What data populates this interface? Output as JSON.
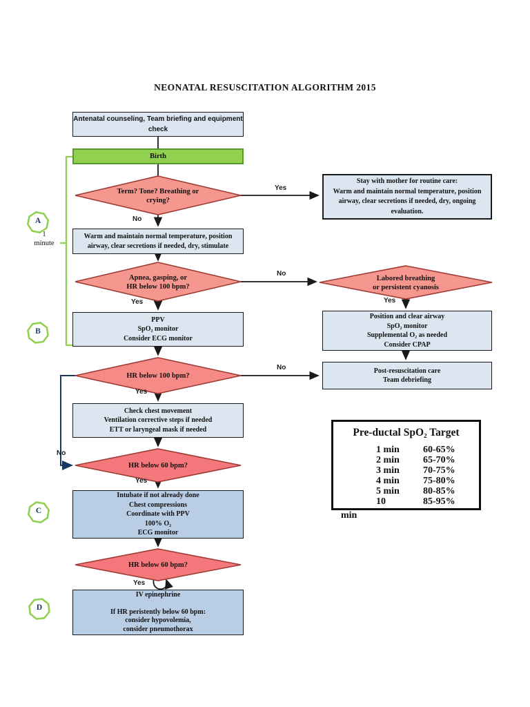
{
  "page": {
    "title": "NEONATAL RESUSCITATION ALGORITHM 2015"
  },
  "labels": {
    "yes": "Yes",
    "no": "No",
    "one_minute": [
      "1",
      "minute"
    ]
  },
  "markers": {
    "a": "A",
    "b": "B",
    "c": "C",
    "d": "D"
  },
  "colors": {
    "box_blue": "#DCE6F1",
    "box_blue_dark": "#B9CDE5",
    "birth_green": "#92D050",
    "diamond_pink": "#F5968F",
    "diamond_red": "#F4787B",
    "diamond_border": "#9E3B35",
    "marker_green": "#92D050",
    "connector_navy": "#17375E",
    "line_black": "#1a1a1a"
  },
  "nodes": {
    "antenatal": {
      "lines": [
        "Antenatal counseling, Team briefing and equipment",
        "check"
      ]
    },
    "birth": {
      "label": "Birth"
    },
    "term_diamond": {
      "lines": [
        "Term? Tone?  Breathing or",
        "crying?"
      ]
    },
    "stay_mother": {
      "lines": [
        "Stay with mother for routine care:",
        "Warm and maintain normal temperature, position",
        "airway, clear secretions if needed, dry, ongoing",
        "evaluation."
      ]
    },
    "warm": {
      "lines": [
        "Warm and maintain normal temperature, position",
        "airway, clear secretions if needed, dry, stimulate"
      ]
    },
    "apnea_diamond": {
      "lines": [
        "Apnea, gasping, or",
        "HR below 100 bpm?"
      ]
    },
    "labored_diamond": {
      "lines": [
        "Labored breathing",
        "or persistent cyanosis"
      ]
    },
    "ppv": {
      "lines": [
        "PPV",
        "SpO₂ monitor",
        "Consider ECG monitor"
      ]
    },
    "position_airway": {
      "lines": [
        "Position and clear airway",
        "SpO₂ monitor",
        "Supplemental O₂ as needed",
        "Consider CPAP"
      ]
    },
    "hr100_diamond": {
      "lines": [
        "HR below 100 bpm?"
      ]
    },
    "post_resus": {
      "lines": [
        "Post-resuscitation care",
        "Team debriefing"
      ]
    },
    "check_chest": {
      "lines": [
        "Check chest movement",
        "Ventilation corrective steps if needed",
        "ETT or laryngeal mask if needed"
      ]
    },
    "hr60_diamond_1": {
      "lines": [
        "HR below 60 bpm?"
      ]
    },
    "intubate": {
      "lines": [
        "Intubate if not already done",
        "Chest compressions",
        "Coordinate with PPV",
        "100% O₂",
        "ECG monitor"
      ]
    },
    "hr60_diamond_2": {
      "lines": [
        "HR below 60 bpm?"
      ]
    },
    "epinephrine": {
      "lines": [
        "IV epinephrine",
        "",
        "If  HR peristently below 60 bpm:",
        "consider hypovolemia,",
        "consider pneumothorax"
      ]
    }
  },
  "spo2_table": {
    "title": "Pre-ductal SpO₂ Target",
    "rows": [
      {
        "time": "1 min",
        "target": "60-65%"
      },
      {
        "time": "2 min",
        "target": "65-70%"
      },
      {
        "time": "3 min",
        "target": "70-75%"
      },
      {
        "time": "4 min",
        "target": "75-80%"
      },
      {
        "time": "5 min",
        "target": "80-85%"
      },
      {
        "time": "10",
        "target": "85-95%"
      }
    ],
    "overflow": "min"
  }
}
